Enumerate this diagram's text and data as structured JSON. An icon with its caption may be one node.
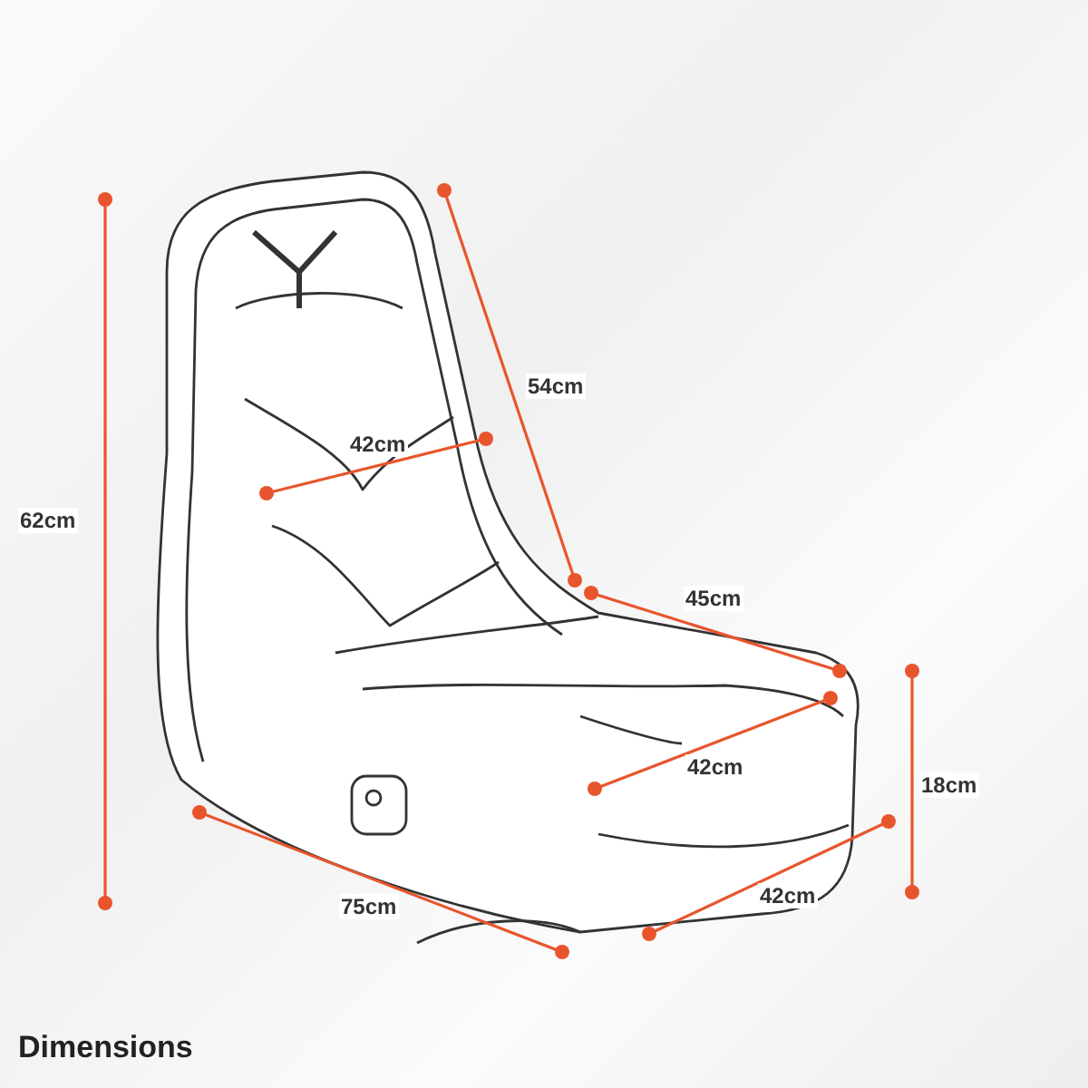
{
  "diagram": {
    "caption": "Dimensions",
    "labels": [
      "54cm",
      "42cm",
      "62cm",
      "45cm",
      "42cm",
      "18cm",
      "75cm",
      "42cm"
    ]
  }
}
